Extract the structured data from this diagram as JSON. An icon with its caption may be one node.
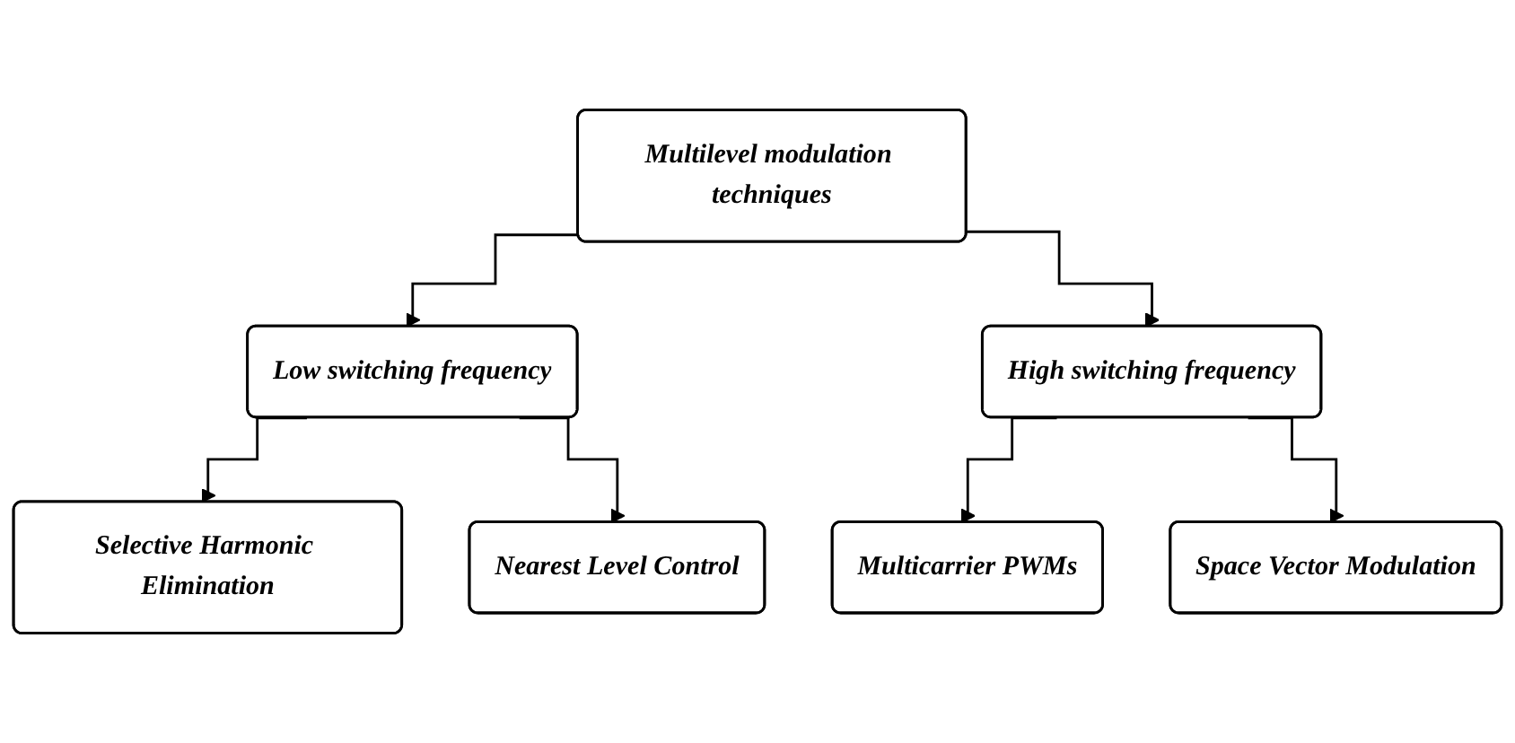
{
  "diagram": {
    "nodes": [
      {
        "text": [
          "Multilevel modulation techniques"
        ]
      },
      {
        "text": [
          "Low switching frequency"
        ]
      },
      {
        "text": [
          "High switching frequency"
        ]
      },
      {
        "text": [
          "Selective Harmonic Elimination"
        ]
      },
      {
        "text": [
          "Nearest Level Control"
        ]
      },
      {
        "text": [
          "Multicarrier PWMs"
        ]
      },
      {
        "text": [
          "Space Vector Modulation"
        ]
      }
    ],
    "edges": [
      {
        "from": 0,
        "to": 1,
        "arrow": "to"
      },
      {
        "from": 0,
        "to": 2,
        "arrow": "to"
      },
      {
        "from": 1,
        "to": 3,
        "arrow": "to"
      },
      {
        "from": 1,
        "to": 4,
        "arrow": "to"
      },
      {
        "from": 2,
        "to": 5,
        "arrow": "to"
      },
      {
        "from": 2,
        "to": 6,
        "arrow": "to"
      }
    ]
  }
}
